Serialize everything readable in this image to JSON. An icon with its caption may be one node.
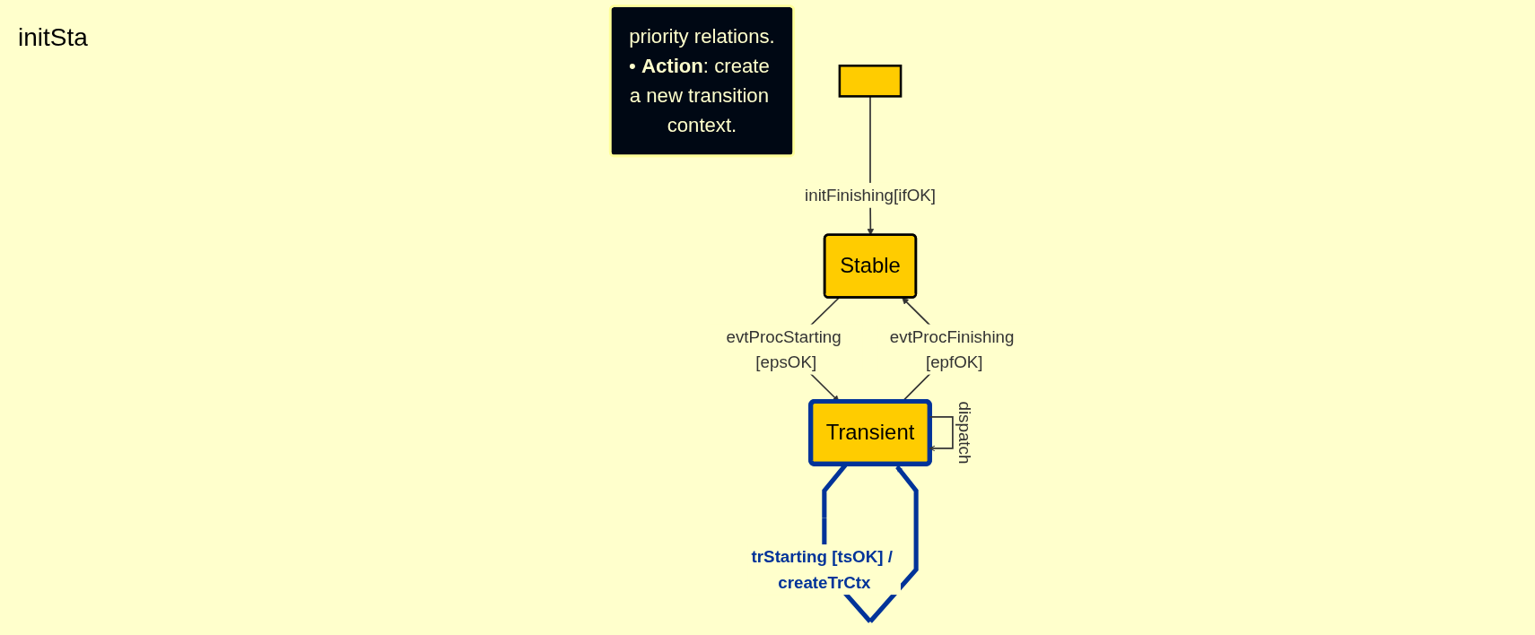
{
  "diagram": {
    "nodes": [
      {
        "text": [
          "priority relations.",
          "• **Action**: create a new transition context."
        ]
      },
      {
        "text": [],
        "shape": "box"
      },
      {
        "text": [
          "Stable"
        ]
      },
      {
        "text": [
          "Transient"
        ]
      }
    ],
    "edges": [
      {
        "from": 1,
        "to": 2,
        "arrow": "to",
        "label": "initFinishing[ifOK]"
      },
      {
        "from": 2,
        "to": 3,
        "arrow": "to",
        "label": "evtProcStarting [epsOK]"
      },
      {
        "from": 3,
        "to": 2,
        "arrow": "to",
        "label": "evtProcFinishing [epfOK]"
      },
      {
        "from": 3,
        "to": 3,
        "arrow": "to",
        "label": "trStarting [tsOK] / createTrCtx",
        "style": "thick",
        "color": "#003399"
      },
      {
        "from": 3,
        "to": 3,
        "arrow": "to",
        "label": "dispatch"
      }
    ],
    "labels": [
      "initSta"
    ]
  }
}
